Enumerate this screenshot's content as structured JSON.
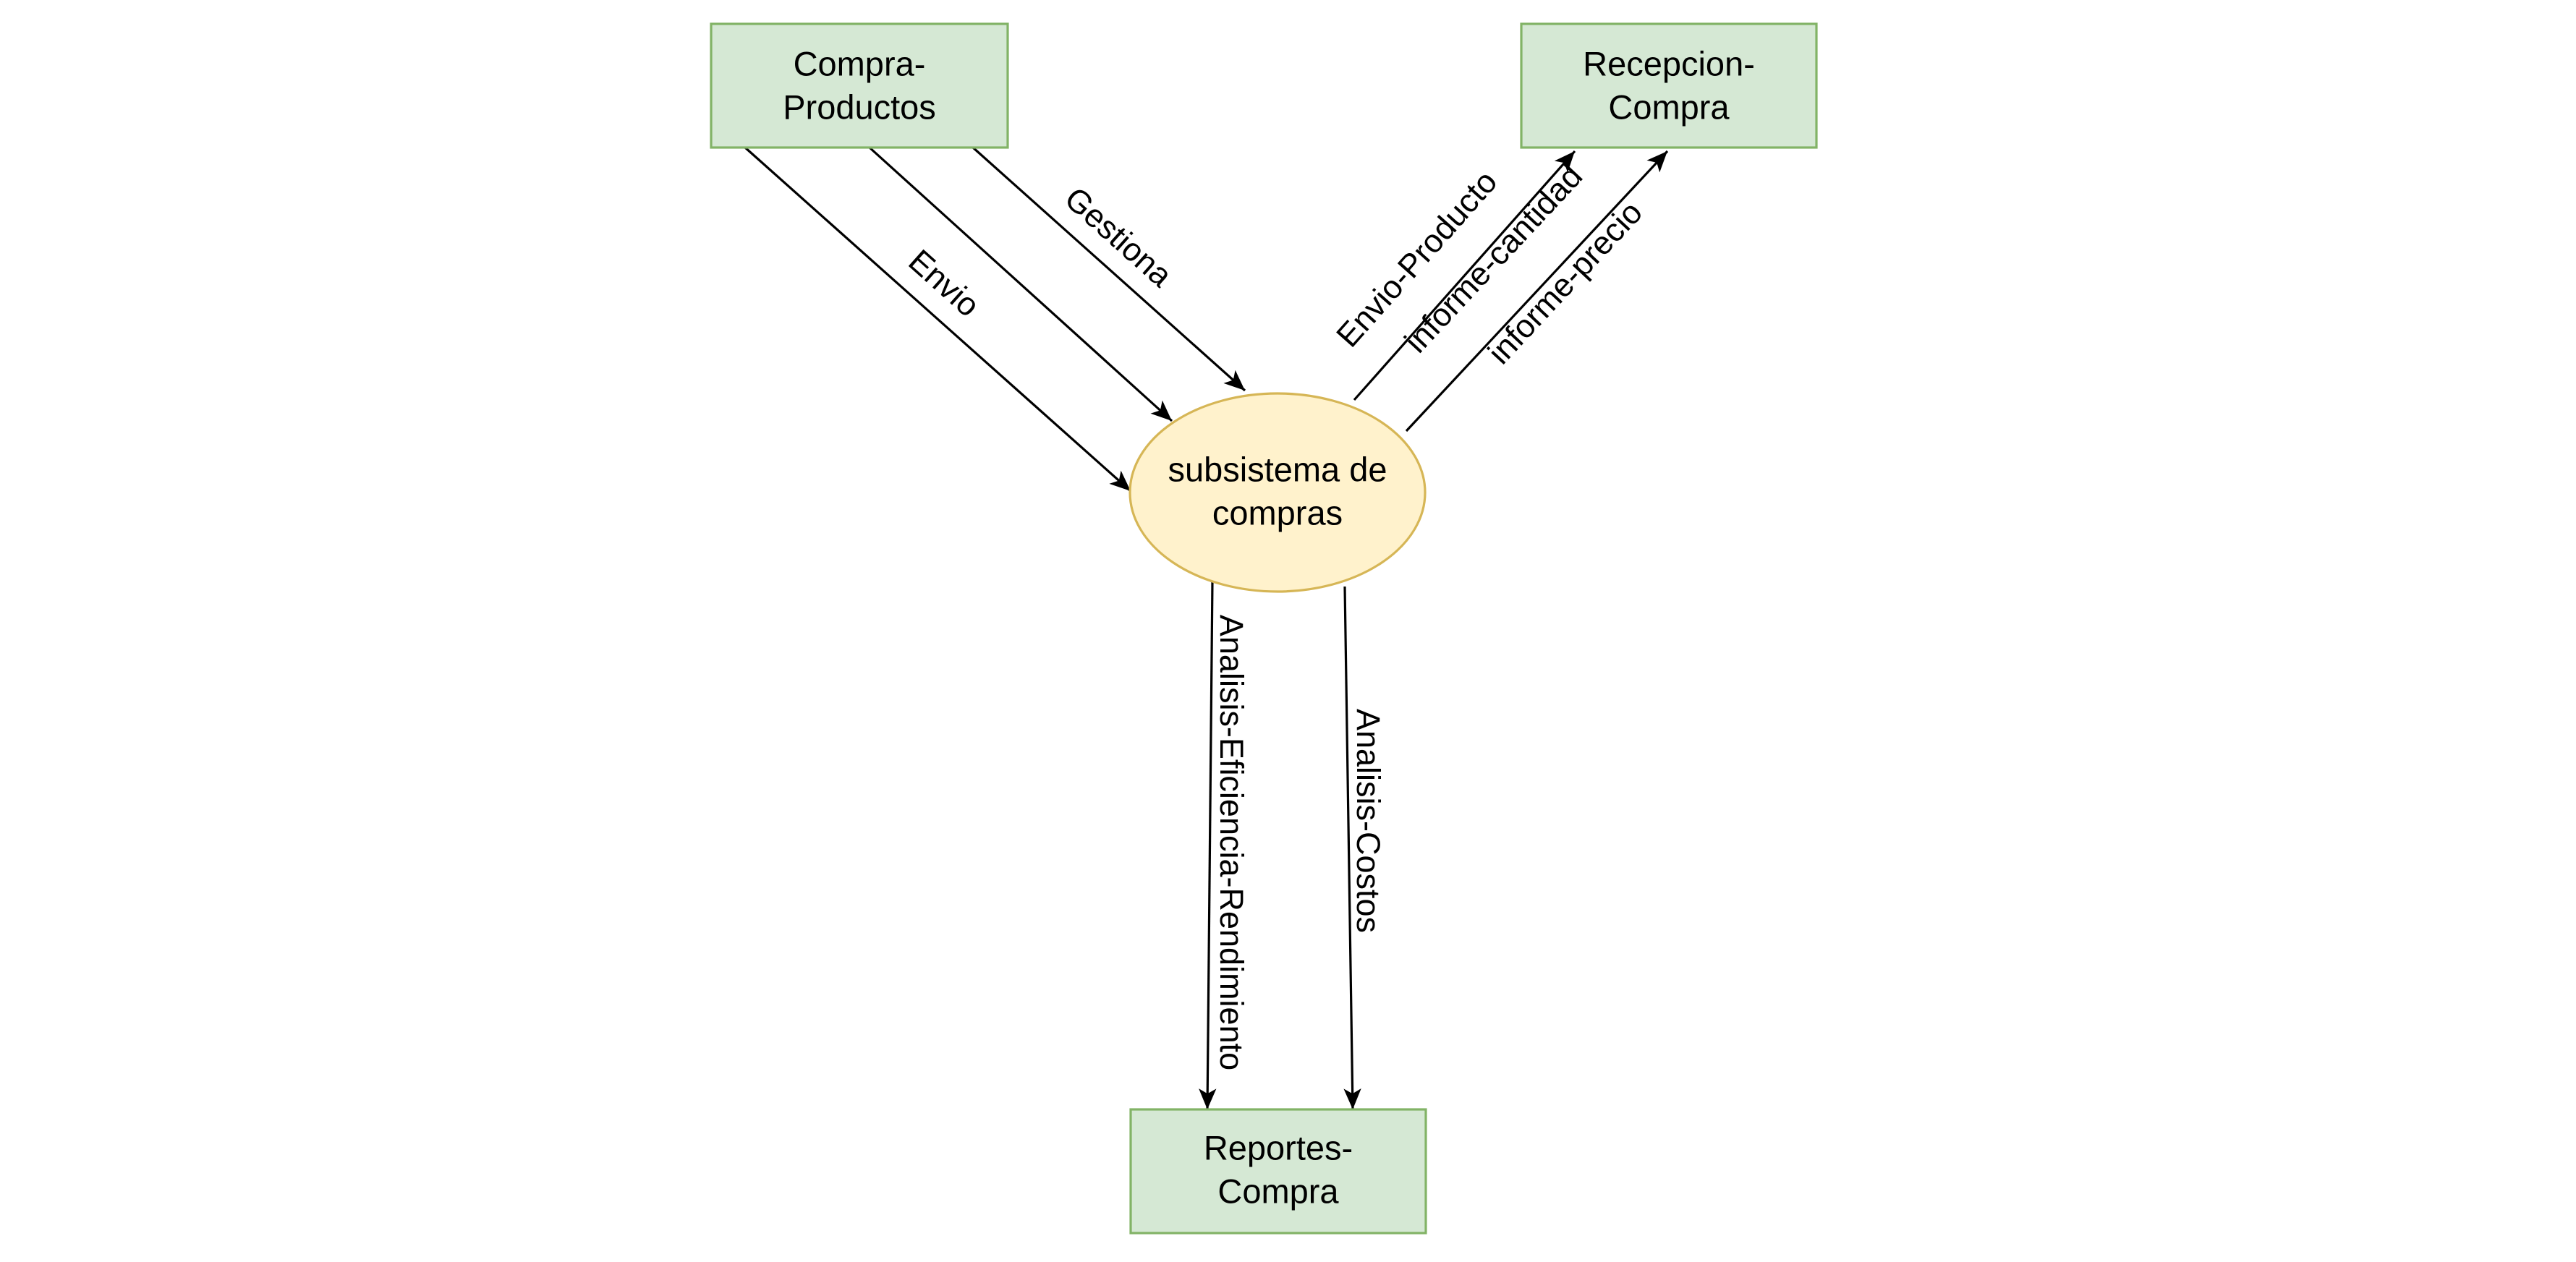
{
  "colors": {
    "box_fill": "#d5e8d4",
    "box_stroke": "#82b366",
    "process_fill": "#fff2cc",
    "process_stroke": "#d6b656",
    "line": "#000000"
  },
  "nodes": {
    "compra_productos": {
      "line1": "Compra-",
      "line2": "Productos"
    },
    "recepcion_compra": {
      "line1": "Recepcion-",
      "line2": "Compra"
    },
    "subsistema": {
      "line1": "subsistema de",
      "line2": "compras"
    },
    "reportes_compra": {
      "line1": "Reportes-",
      "line2": "Compra"
    }
  },
  "edges": {
    "envio": "Envio",
    "gestiona": "Gestiona",
    "envio_producto": "Envio-Producto",
    "informe_cantidad": "informe-cantidad",
    "informe_precio": "informe-precio",
    "analisis_eficiencia": "Analisis-Eficiencia-Rendimiento",
    "analisis_costos": "Analisis-Costos"
  }
}
